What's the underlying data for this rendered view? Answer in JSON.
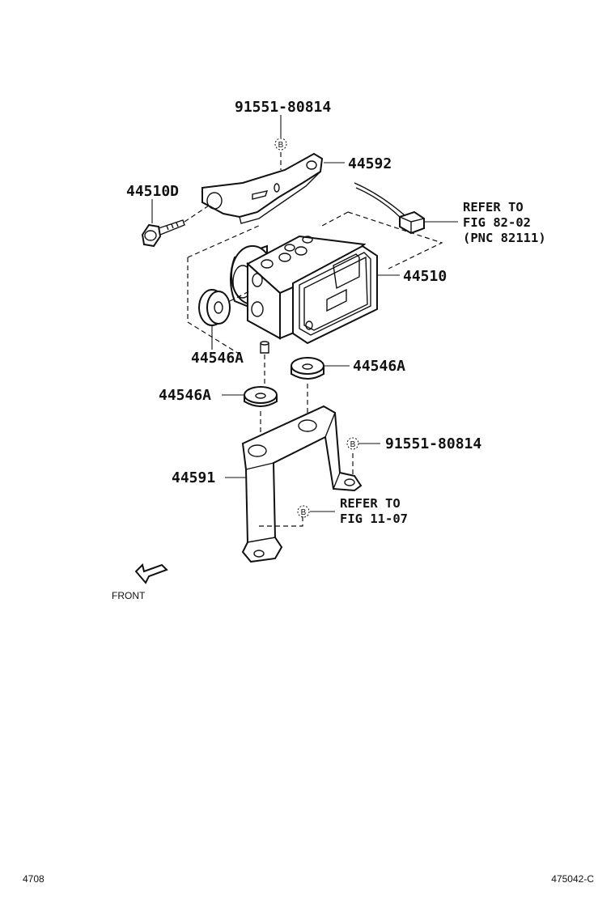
{
  "parts": {
    "bolt_upper": "91551-80814",
    "bracket_upper": "44592",
    "bolt_side": "44510D",
    "actuator": "44510",
    "cushion_side": "44546A",
    "cushion_right": "44546A",
    "cushion_left": "44546A",
    "bolt_lower": "91551-80814",
    "bracket_lower": "44591"
  },
  "references": {
    "connector_ref": [
      "REFER TO",
      "FIG 82-02",
      "(PNC 82111)"
    ],
    "bracket_ref": [
      "REFER TO",
      "FIG 11-07"
    ]
  },
  "markers": {
    "upper_b": "B",
    "lower_b": "B",
    "ref_b": "B"
  },
  "front_label": "FRONT",
  "footer": {
    "left": "4708",
    "right": "475042-C"
  }
}
